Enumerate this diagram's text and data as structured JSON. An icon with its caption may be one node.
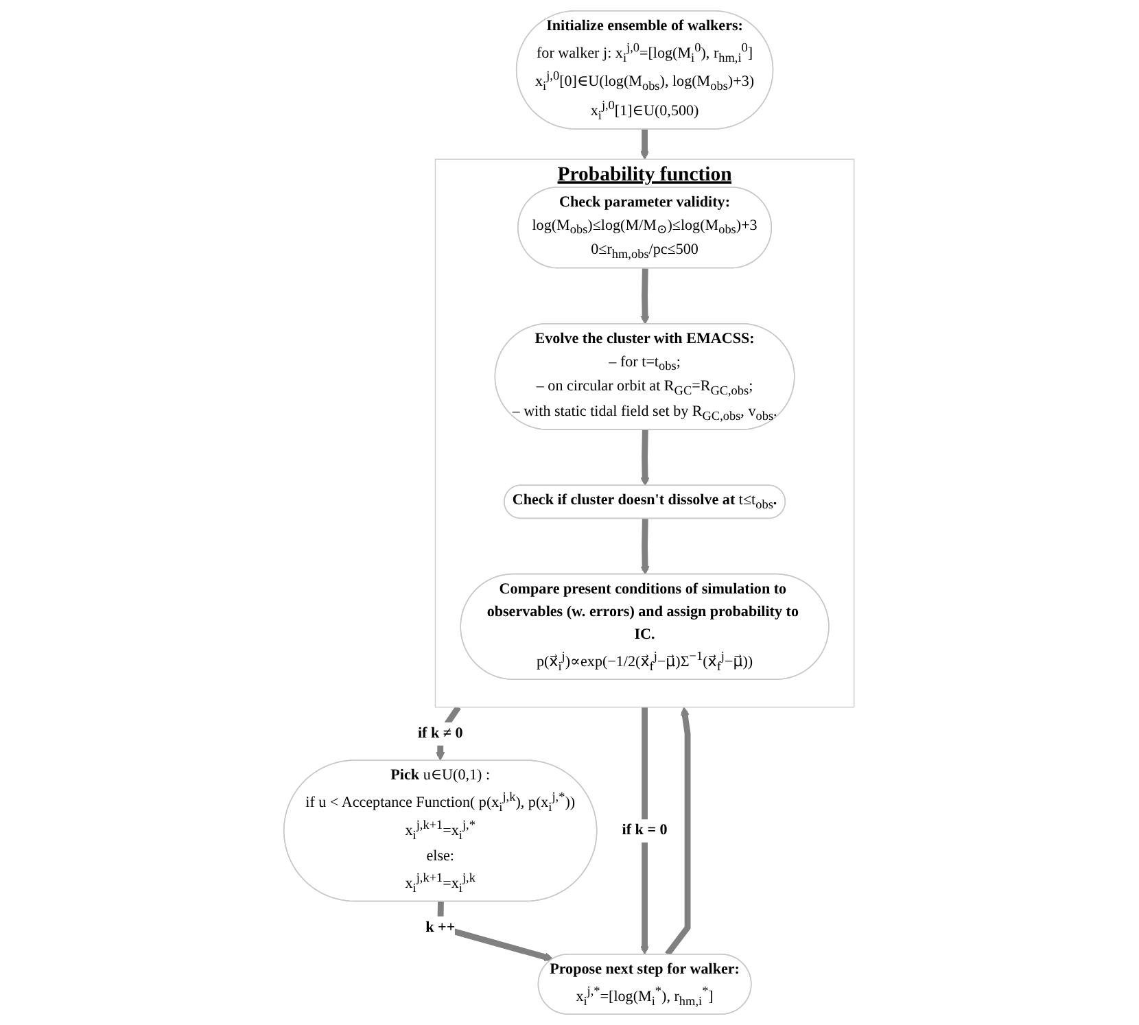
{
  "diagram": {
    "nodes": [
      {
        "text": [
          "Initialize ensemble of walkers:",
          "for walker j: x$_{i}$$^{j,0}$=[log(M$_{i}$$^{0}$), r$_{hm,i}$$^{0}$]",
          "x$_{i}$$^{j,0}$[0]∈U(log(M$_{obs}$), log(M$_{obs}$)+3)",
          "x$_{i}$$^{j,0}$[1]∈U(0,500)"
        ]
      },
      {
        "text": [
          "Probability function"
        ]
      },
      {
        "text": [
          "Check parameter validity:",
          "log(M$_{obs}$)≤log(M/M$_{⊙}$)≤log(M$_{obs}$)+3",
          "0≤r$_{hm,obs}$/pc≤500"
        ],
        "in": 1
      },
      {
        "text": [
          "Evolve the cluster with EMACSS:",
          "– for t=t$_{obs}$;",
          "– on circular orbit at R$_{GC}$=R$_{GC,obs}$;",
          "– with static tidal field set by R$_{GC,obs}$, v$_{obs}$."
        ],
        "in": 1
      },
      {
        "text": [
          "**Check if cluster doesn't dissolve at** t≤t$_{obs}$**.**"
        ],
        "in": 1
      },
      {
        "text": [
          "Compare present conditions of simulation to observables (w. errors) and assign probability to IC.",
          "p(x⃗$_{i}$$^{j}$)∝exp(−1/2(x⃗$_{f}$$^{j}$−μ⃗)Σ$^{−1}$(x⃗$_{f}$$^{j}$−μ⃗))"
        ],
        "in": 1
      },
      {
        "text": [
          "Propose next step for walker:",
          "x$_{i}$$^{j,*}$=[log(M$_{i}$$^{*}$), r$_{hm,i}$$^{*}$]"
        ]
      },
      {
        "text": [
          "**Pick** u∈U(0,1) :",
          "if u < Acceptance Function( p(x$_{i}$$^{j,k}$), p(x$_{i}$$^{j,*}$))",
          "x$_{i}$$^{j,k+1}$=x$_{i}$$^{j,*}$",
          "else:",
          "x$_{i}$$^{j,k+1}$=x$_{i}$$^{j,k}$"
        ]
      }
    ],
    "edges": [
      {
        "from": 0,
        "to": 1,
        "arrow": "to"
      },
      {
        "from": 2,
        "to": 3,
        "arrow": "to"
      },
      {
        "from": 3,
        "to": 4,
        "arrow": "to"
      },
      {
        "from": 4,
        "to": 5,
        "arrow": "to"
      },
      {
        "from": 1,
        "to": 6,
        "arrow": "to",
        "label": "if k = 0"
      },
      {
        "from": 1,
        "to": 7,
        "arrow": "to",
        "label": "if k ≠ 0"
      },
      {
        "from": 7,
        "to": 6,
        "arrow": "to",
        "label": "k ++"
      },
      {
        "from": 6,
        "to": 1,
        "arrow": "to"
      }
    ]
  }
}
